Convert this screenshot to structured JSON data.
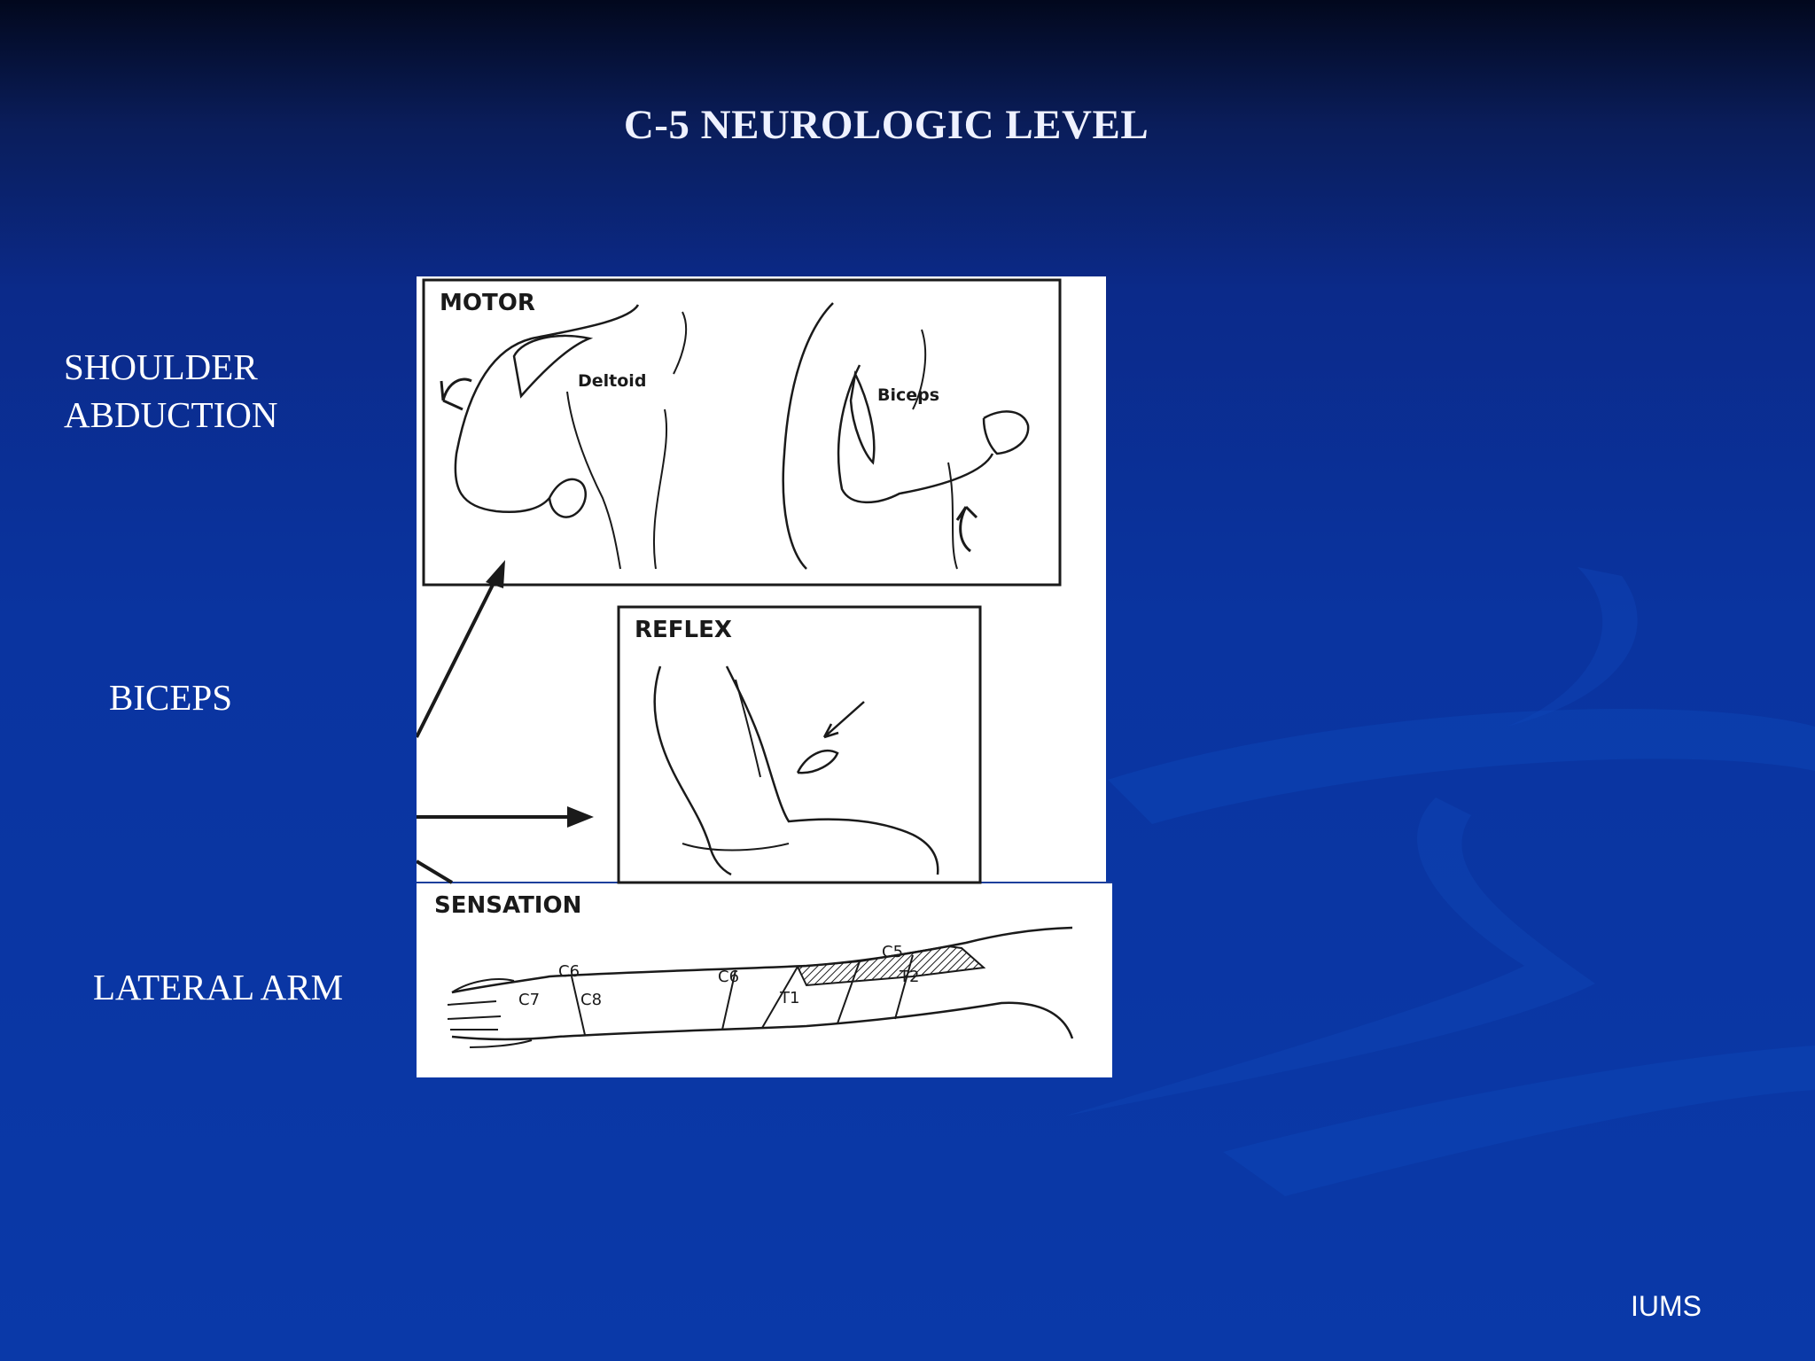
{
  "slide": {
    "title": "C-5 NEUROLOGIC LEVEL",
    "labels": {
      "shoulder_line1": "SHOULDER",
      "shoulder_line2": "ABDUCTION",
      "biceps": "BICEPS",
      "lateral_arm": "LATERAL ARM"
    },
    "footer": "IUMS"
  },
  "figure": {
    "motor_heading": "MOTOR",
    "deltoid_label": "Deltoid",
    "biceps_label": "Biceps",
    "reflex_heading": "REFLEX",
    "sensation_heading": "SENSATION",
    "dermatomes": [
      "C6",
      "C7",
      "C8",
      "C6",
      "T1",
      "C5",
      "T2"
    ]
  },
  "colors": {
    "background_top": "#02081d",
    "background_bottom": "#0a39a8",
    "text": "#ffffff",
    "figure_bg": "#ffffff",
    "figure_ink": "#1a1a1a"
  }
}
